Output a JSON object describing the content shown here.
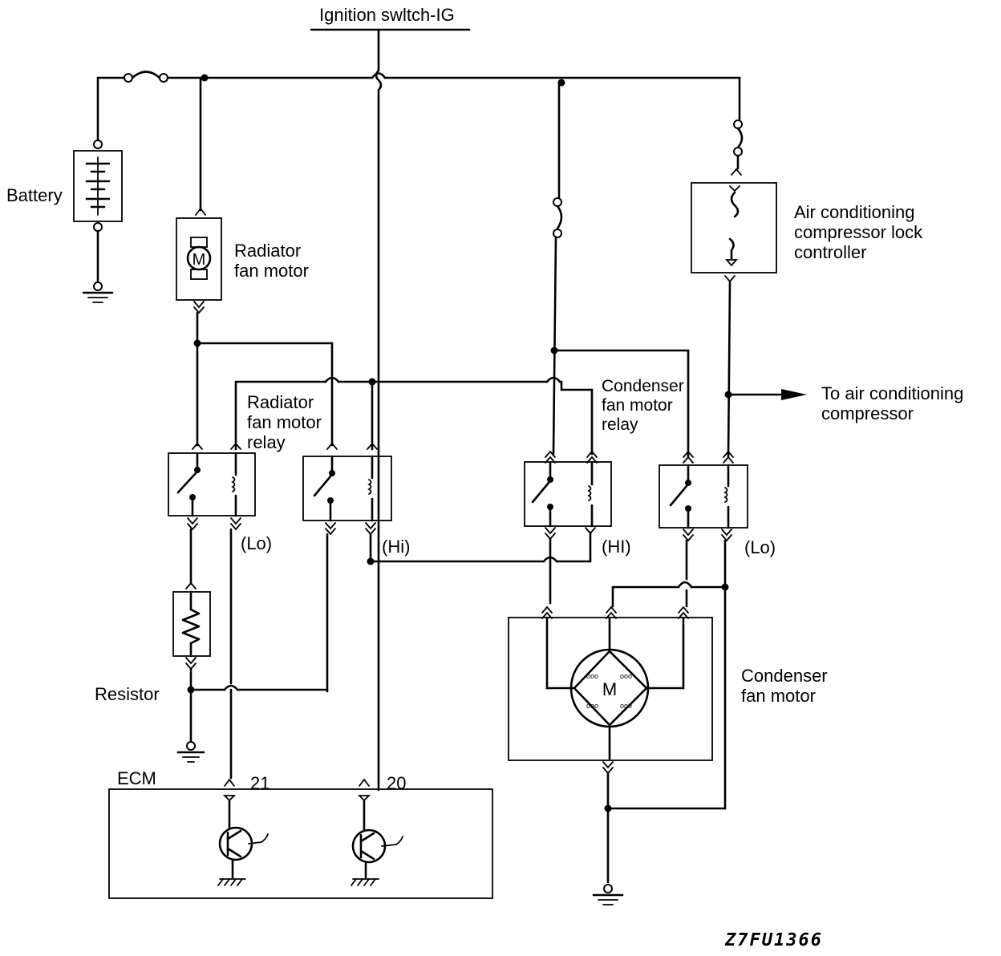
{
  "labels": {
    "ignition": "Ignition swltch-IG",
    "battery": "Battery",
    "radiator_fan_motor": "Radiator\nfan motor",
    "ac_lock_controller": "Air conditioning\ncompressor lock\ncontroller",
    "radiator_relay": "Radiator\nfan motor\nrelay",
    "condenser_relay": "Condenser\nfan    motor\nrelay",
    "to_ac_compressor": "To air conditioning\ncompressor",
    "lo_left": "(Lo)",
    "hi_left": "(Hi)",
    "hi_right": "(HI)",
    "lo_right": "(Lo)",
    "resistor": "Resistor",
    "condenser_fan_motor": "Condenser\nfan motor",
    "ecm": "ECM",
    "pin_21": "21",
    "pin_20": "20",
    "motor_glyph": "M",
    "figure_code": "Z7FU1366"
  }
}
